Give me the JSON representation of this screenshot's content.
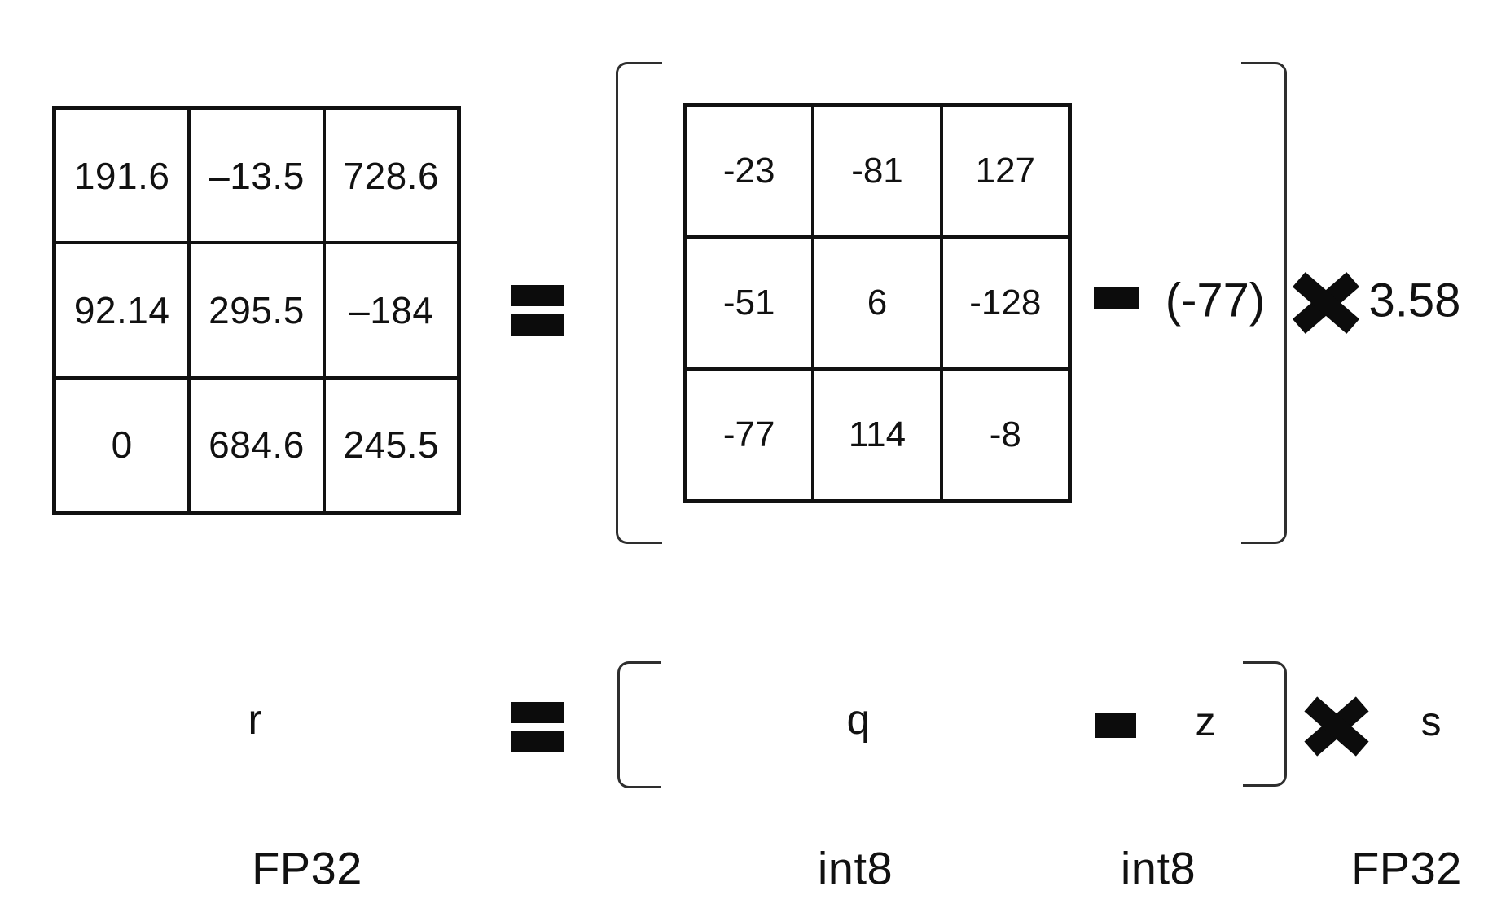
{
  "colors": {
    "ink": "#111111",
    "background": "#ffffff"
  },
  "symbols": {
    "equals": "=",
    "minus": "−",
    "times": "×"
  },
  "eq_top": {
    "fp32_matrix": {
      "rows": [
        [
          "191.6",
          "–13.5",
          "728.6"
        ],
        [
          "92.14",
          "295.5",
          "–184"
        ],
        [
          "0",
          "684.6",
          "245.5"
        ]
      ]
    },
    "int8_matrix": {
      "rows": [
        [
          "-23",
          "-81",
          "127"
        ],
        [
          "-51",
          "6",
          "-128"
        ],
        [
          "-77",
          "114",
          "-8"
        ]
      ]
    },
    "zero_point": "(-77)",
    "scale": "3.58"
  },
  "eq_bottom": {
    "result": "r",
    "quantized": "q",
    "zero_point": "z",
    "scale": "s"
  },
  "dtype_labels": {
    "result": "FP32",
    "quantized": "int8",
    "zero_point": "int8",
    "scale": "FP32"
  }
}
